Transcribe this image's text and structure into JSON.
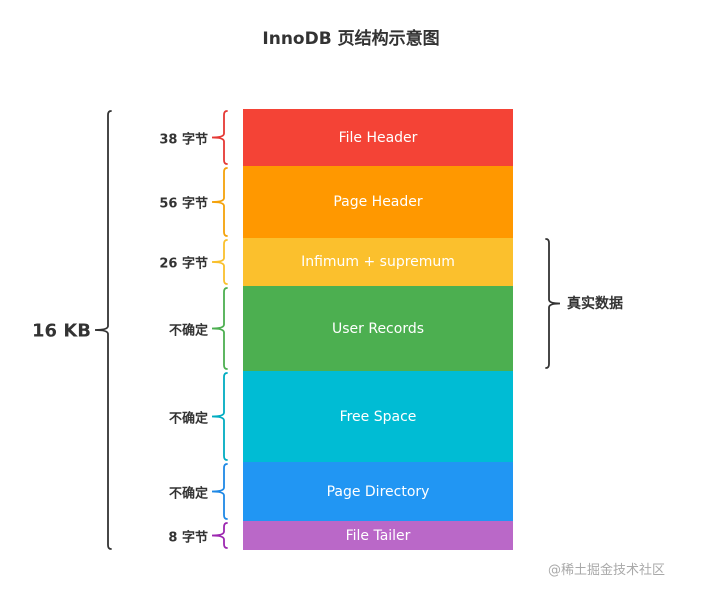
{
  "title": "InnoDB 页结构示意图",
  "segments": [
    {
      "label": "File Header",
      "size": "38 字节",
      "color": "#f44336",
      "brace_color": "#e53935"
    },
    {
      "label": "Page Header",
      "size": "56 字节",
      "color": "#ff9800",
      "brace_color": "#f4a20b"
    },
    {
      "label": "Infimum + supremum",
      "size": "26 字节",
      "color": "#fbc02d",
      "brace_color": "#f9c02d"
    },
    {
      "label": "User Records",
      "size": "不确定",
      "color": "#4caf50",
      "brace_color": "#4caf50"
    },
    {
      "label": "Free Space",
      "size": "不确定",
      "color": "#00bcd4",
      "brace_color": "#00acc1"
    },
    {
      "label": "Page Directory",
      "size": "不确定",
      "color": "#2196f3",
      "brace_color": "#1e88e5"
    },
    {
      "label": "File Tailer",
      "size": "8 字节",
      "color": "#ba68c8",
      "brace_color": "#9c27b0"
    }
  ],
  "total_label": "16 KB",
  "data_brace_label": "真实数据",
  "watermark": "@稀土掘金技术社区"
}
